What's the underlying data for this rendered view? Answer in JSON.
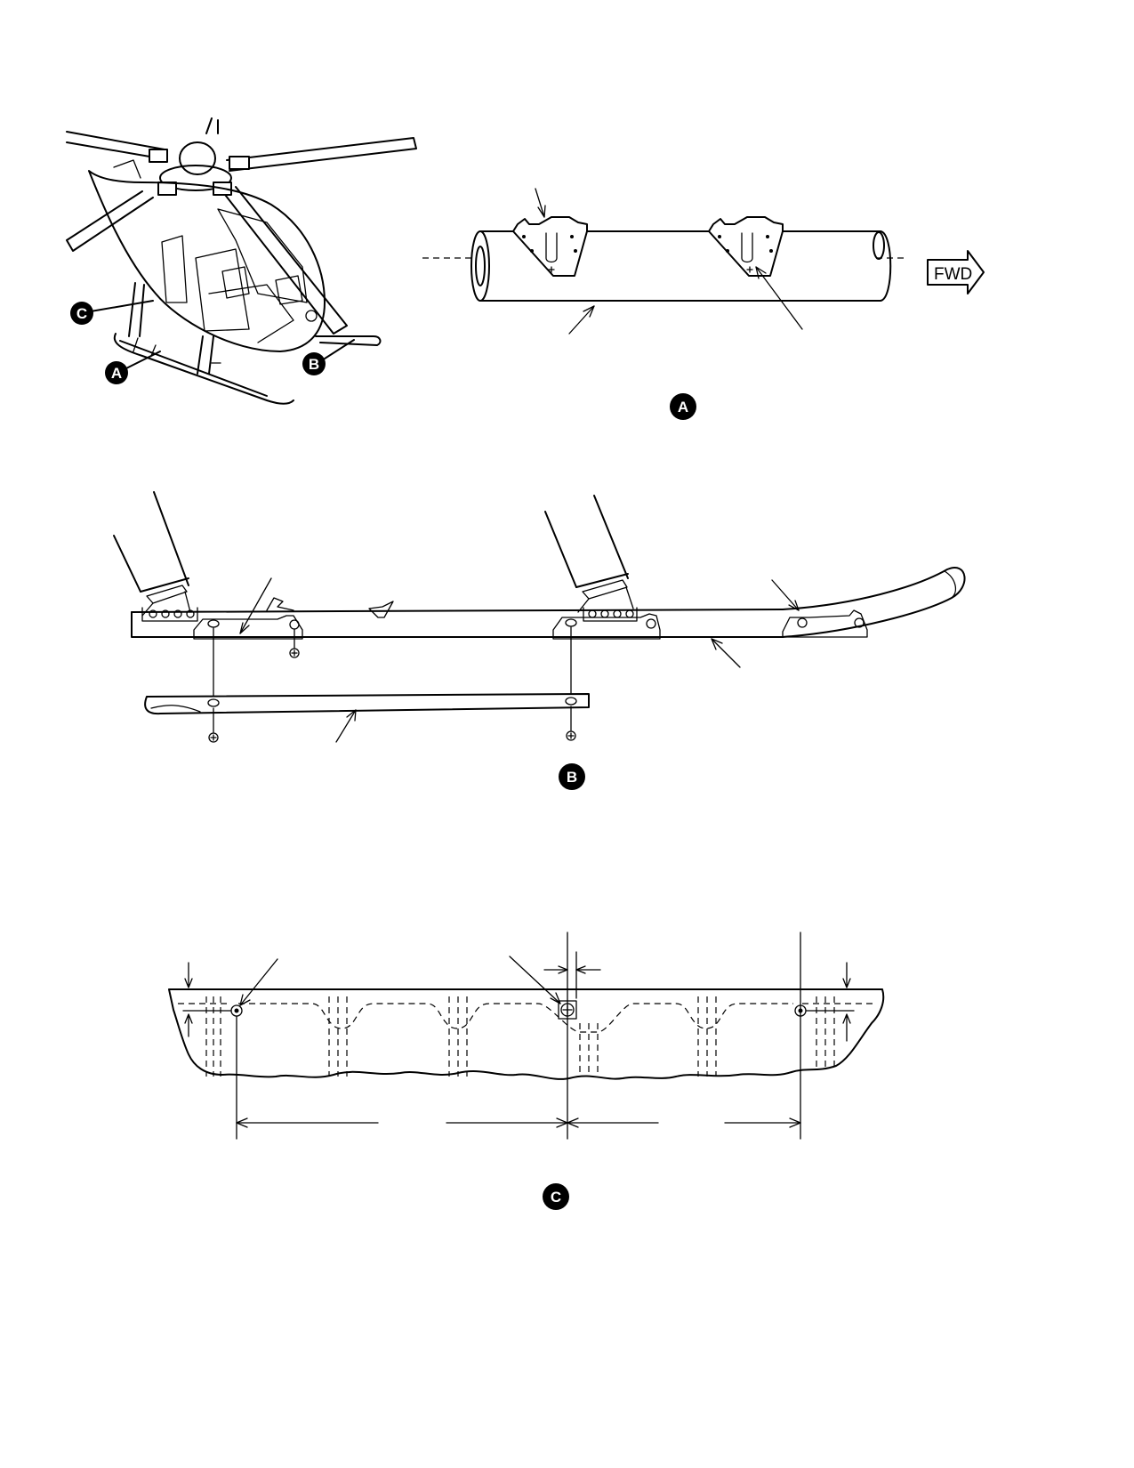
{
  "callouts": {
    "a": "A",
    "b": "B",
    "c": "C"
  },
  "fwd_label": "FWD",
  "views": [
    {
      "id": "overview",
      "subject": "helicopter-with-skid-gear"
    },
    {
      "id": "A",
      "subject": "skid-tube-with-two-brackets"
    },
    {
      "id": "B",
      "subject": "skid-with-struts-and-shoe"
    },
    {
      "id": "C",
      "subject": "skid-shoe-hole-layout"
    }
  ]
}
